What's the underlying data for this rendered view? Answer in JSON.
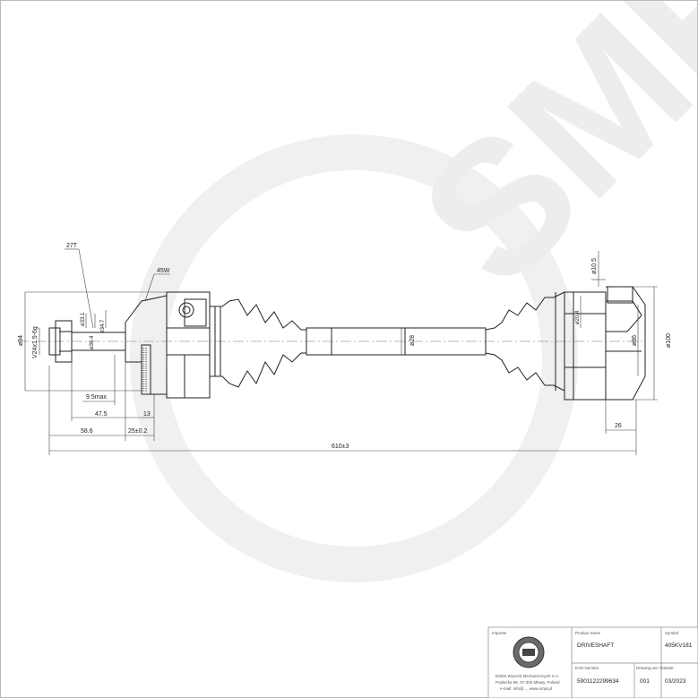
{
  "drawing": {
    "dimensions": {
      "spline_left": "27T",
      "angle": "45W",
      "outer_dia_left": "ø94",
      "thread": "V24x1.5-6g",
      "d1": "ø33.1",
      "d2": "ø30.4",
      "d3": "ø34.7",
      "len_95": "9.5max",
      "len_475": "47.5",
      "len_13": "13",
      "len_586": "58.6",
      "len_25": "25±0.2",
      "total_length": "610±3",
      "shaft_dia": "ø28",
      "dia_105": "ø10.5",
      "dia_204": "ø20.4",
      "dia_86": "ø86",
      "dia_100": "ø100",
      "len_26": "26"
    },
    "watermark": "SMPL"
  },
  "title_block": {
    "importer_label": "Importer",
    "product_name_label": "Product name",
    "product_name": "DRIVESHAFT",
    "symbol_label": "Symbol",
    "symbol": "405KV181",
    "company_line1": "ESEN Wyzeck Mechanicznych S.A.",
    "company_line2": "Poplecka 95, 07-300 Mlawy, Poland",
    "company_line3": "e-mail: info@..., www.smpl.pl",
    "ean_label": "EAN Number",
    "ean": "5901122299634",
    "version_label": "Drawing ver. No.",
    "version": "001",
    "date_label": "Date",
    "date": "03/2023"
  },
  "colors": {
    "line": "#222222",
    "watermark": "#ececec",
    "frame": "#999999"
  }
}
